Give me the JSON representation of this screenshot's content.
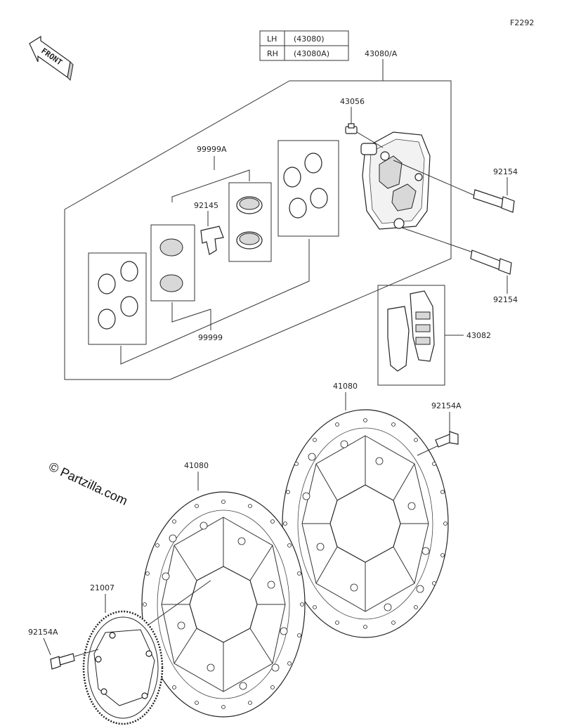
{
  "figure_code": "F2292",
  "watermark": "© Partzilla.com",
  "front_label": "FRONT",
  "side_table": [
    {
      "side": "LH",
      "code": "(43080)"
    },
    {
      "side": "RH",
      "code": "(43080A)"
    }
  ],
  "callouts": {
    "caliper_assy": "43080/A",
    "bleeder": "43056",
    "seal_kit_a": "99999A",
    "pad_spring": "92145",
    "caliper_bolt_upper": "92154",
    "caliper_bolt_lower": "92154",
    "seal_kit": "99999",
    "brake_pads": "43082",
    "disc_right": "41080",
    "disc_left": "41080",
    "disc_bolt_right": "92154A",
    "disc_bolt_left": "92154A",
    "sensor_rotor": "21007"
  }
}
